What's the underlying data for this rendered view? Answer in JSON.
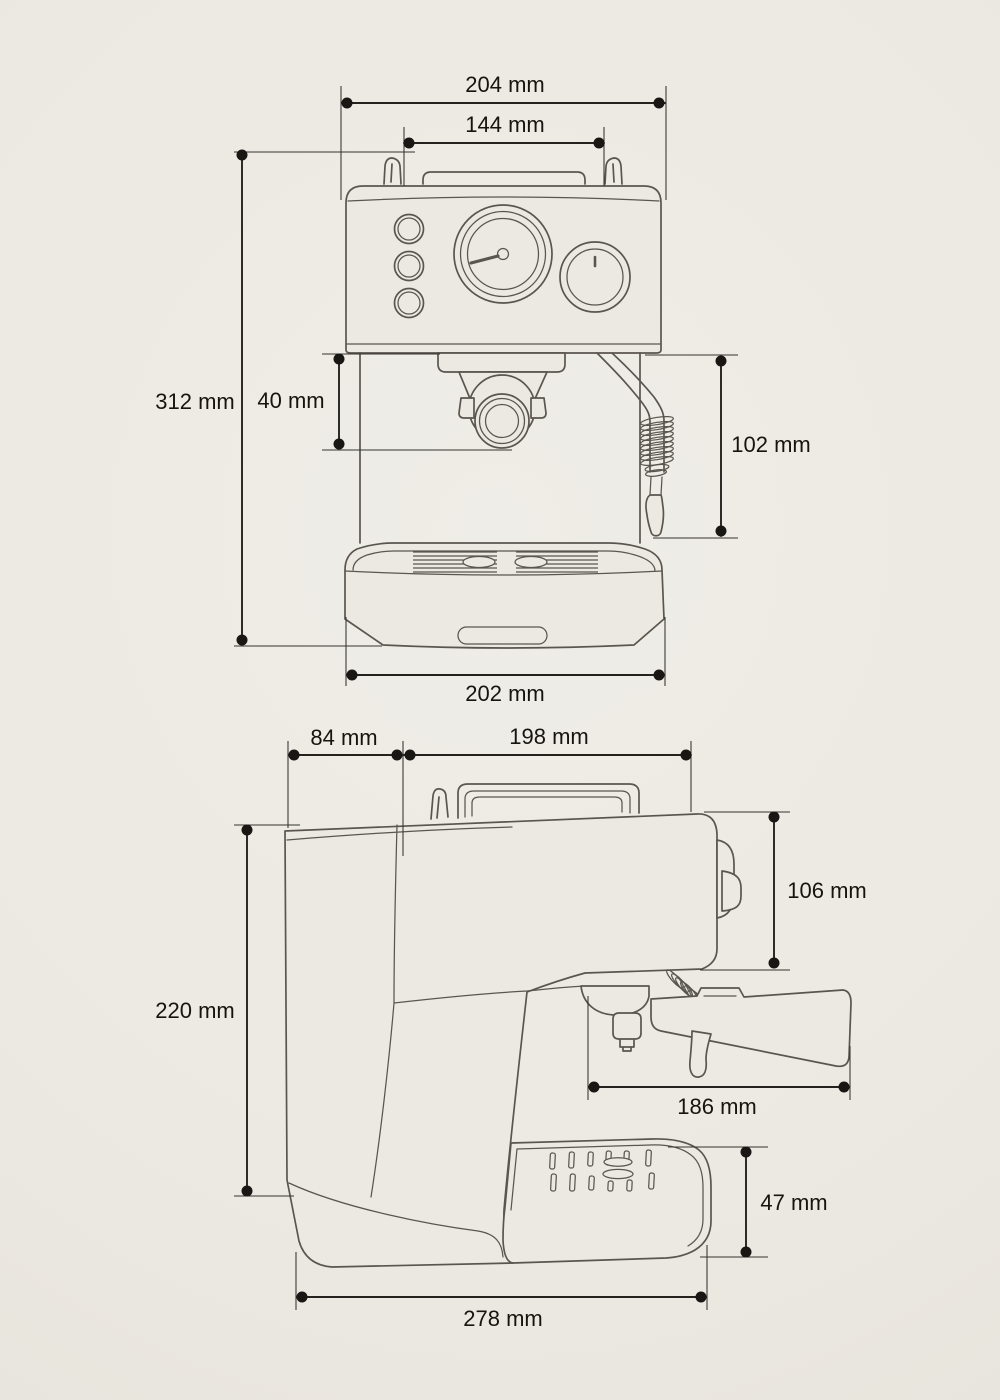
{
  "palette": {
    "background": "#ece9e2",
    "machine_line": "#5a564f",
    "dimension_line": "#23221f",
    "label_text": "#15140f"
  },
  "views": {
    "front": {
      "overall_width": {
        "value": 204,
        "unit": "mm",
        "label": "204 mm"
      },
      "tank_lid_width": {
        "value": 144,
        "unit": "mm",
        "label": "144 mm"
      },
      "overall_height": {
        "value": 312,
        "unit": "mm",
        "label": "312 mm"
      },
      "group_head_height": {
        "value": 40,
        "unit": "mm",
        "label": "40 mm"
      },
      "steam_wand_height": {
        "value": 102,
        "unit": "mm",
        "label": "102 mm"
      },
      "base_width": {
        "value": 202,
        "unit": "mm",
        "label": "202 mm"
      }
    },
    "side": {
      "rear_top_depth": {
        "value": 84,
        "unit": "mm",
        "label": "84 mm"
      },
      "front_top_depth": {
        "value": 198,
        "unit": "mm",
        "label": "198 mm"
      },
      "head_section_height": {
        "value": 106,
        "unit": "mm",
        "label": "106 mm"
      },
      "body_height": {
        "value": 220,
        "unit": "mm",
        "label": "220 mm"
      },
      "portafilter_reach": {
        "value": 186,
        "unit": "mm",
        "label": "186 mm"
      },
      "drip_tray_height": {
        "value": 47,
        "unit": "mm",
        "label": "47 mm"
      },
      "overall_depth": {
        "value": 278,
        "unit": "mm",
        "label": "278 mm"
      }
    }
  }
}
